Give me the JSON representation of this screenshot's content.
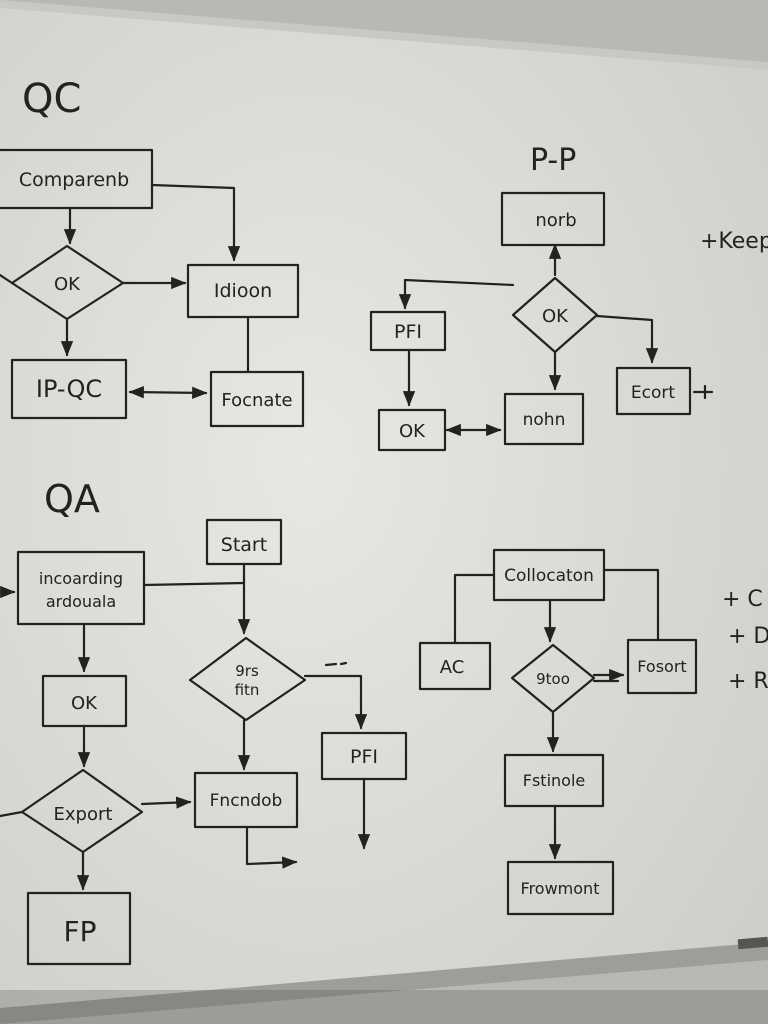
{
  "board": {
    "colors": {
      "wall": "#b9b8b4",
      "board": "#e4e3df",
      "ink": "#222222",
      "frame": "#cfcfcc"
    },
    "qc": {
      "heading": "QC",
      "compare": "Comparenb",
      "ok": "OK",
      "idioon": "Idioon",
      "ipqc": "IP-QC",
      "focnate": "Focnate"
    },
    "pp": {
      "heading": "P-P",
      "norb": "norb",
      "ok": "OK",
      "pfi": "PFI",
      "ok2": "OK",
      "nohn": "nohn",
      "ecort": "Ecort"
    },
    "qa": {
      "heading": "QA",
      "start": "Start",
      "incoming_line1": "incoarding",
      "incoming_line2": "ardouala",
      "ok": "OK",
      "decision_line1": "9rs",
      "decision_line2": "fitn",
      "pfi": "PFI",
      "export": "Export",
      "fncndob": "Fncndob",
      "fp": "FP"
    },
    "coll": {
      "collocation": "Collocaton",
      "ac": "AC",
      "decision": "9too",
      "fosort": "Fosort",
      "fstnole": "Fstinole",
      "frowmont": "Frowmont"
    },
    "notes": {
      "keep": "+Keep",
      "c": "+ C",
      "d": "+ D",
      "r": "+ R"
    }
  }
}
